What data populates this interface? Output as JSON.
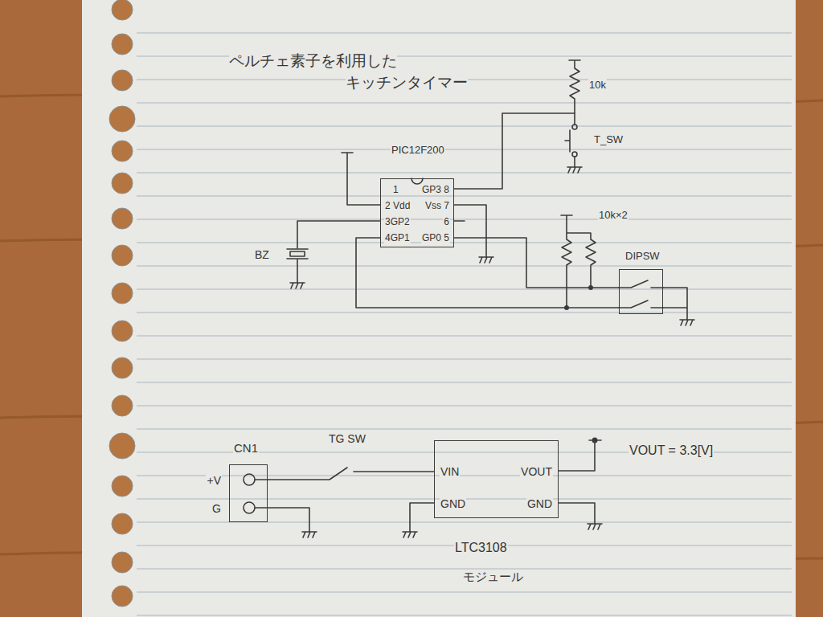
{
  "diagram": {
    "title": "ペルチェ素子を利用した キッチンタイマー",
    "nodes": [
      {
        "text": [
          "PIC12F200",
          "1",
          "2 Vdd",
          "3GP2",
          "4GP1",
          "GP3 8",
          "Vss 7",
          "6",
          "GP0 5"
        ]
      },
      {
        "text": [
          "DIPSW"
        ]
      },
      {
        "text": [
          "CN1",
          "+V",
          "G"
        ]
      },
      {
        "text": [
          "VIN",
          "VOUT",
          "GND",
          "GND",
          "LTC3108",
          "モジュール"
        ]
      }
    ],
    "edges": [
      {
        "from": 0,
        "to": 1,
        "arrow": "none"
      },
      {
        "from": 0,
        "to": 1,
        "arrow": "none"
      },
      {
        "from": 2,
        "to": 3,
        "label": "TG SW",
        "arrow": "none"
      }
    ],
    "labels": [
      "10k",
      "T_SW",
      "10k×2",
      "BZ",
      "VOUT = 3.3[V]"
    ]
  }
}
